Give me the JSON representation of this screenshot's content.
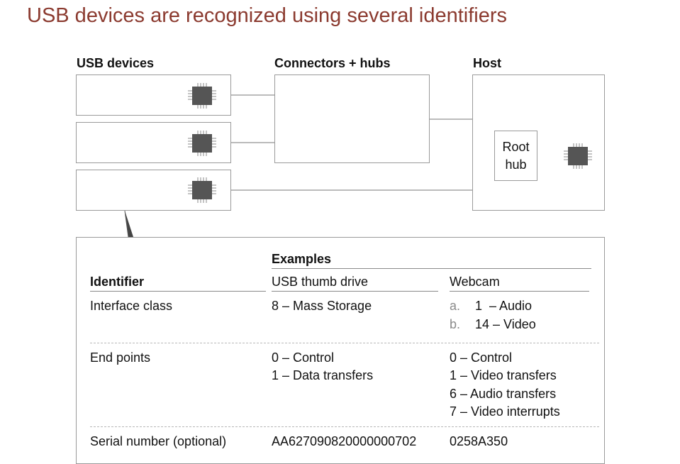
{
  "slide": {
    "title": "USB devices are recognized using several identifiers"
  },
  "diagram": {
    "devices_label": "USB devices",
    "connectors_label": "Connectors + hubs",
    "host_label": "Host",
    "root_hub_line1": "Root",
    "root_hub_line2": "hub"
  },
  "table": {
    "examples_header": "Examples",
    "identifier_header": "Identifier",
    "col1_header": "USB thumb drive",
    "col2_header": "Webcam",
    "rows": [
      {
        "identifier": "Interface class",
        "col1": [
          "8 – Mass Storage"
        ],
        "col2": [
          {
            "marker": "a.",
            "text": "1  – Audio"
          },
          {
            "marker": "b.",
            "text": "14 – Video"
          }
        ]
      },
      {
        "identifier": "End points",
        "col1": [
          "0 – Control",
          "1 – Data transfers"
        ],
        "col2": [
          "0 – Control",
          "1 – Video transfers",
          "6 – Audio transfers",
          "7 – Video interrupts"
        ]
      },
      {
        "identifier": "Serial number (optional)",
        "col1": [
          "AA627090820000000702"
        ],
        "col2": [
          "0258A350"
        ]
      }
    ]
  }
}
